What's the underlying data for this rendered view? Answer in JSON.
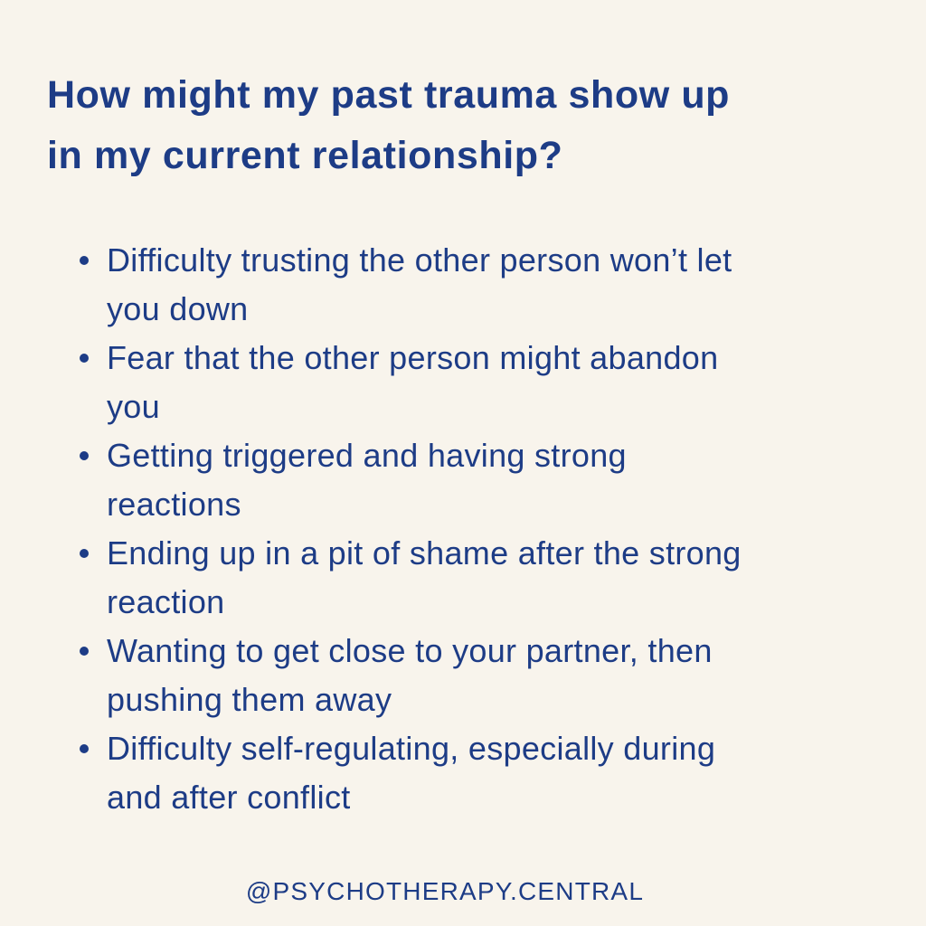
{
  "title": {
    "lines": [
      "How might my past trauma show up",
      "in my current relationship?"
    ]
  },
  "items": [
    {
      "lines": [
        "Difficulty trusting the other person won’t let",
        "you down"
      ]
    },
    {
      "lines": [
        "Fear that the other person might abandon",
        "you"
      ]
    },
    {
      "lines": [
        "Getting triggered and having strong",
        "reactions"
      ]
    },
    {
      "lines": [
        "Ending up in a pit of shame after the strong",
        "reaction"
      ]
    },
    {
      "lines": [
        "Wanting to get close to your partner, then",
        "pushing them away"
      ]
    },
    {
      "lines": [
        "Difficulty self-regulating, especially during",
        "and after conflict"
      ]
    }
  ],
  "footer": {
    "handle": "@PSYCHOTHERAPY.CENTRAL"
  },
  "colors": {
    "background": "#f8f4ec",
    "text": "#1d3c86"
  }
}
